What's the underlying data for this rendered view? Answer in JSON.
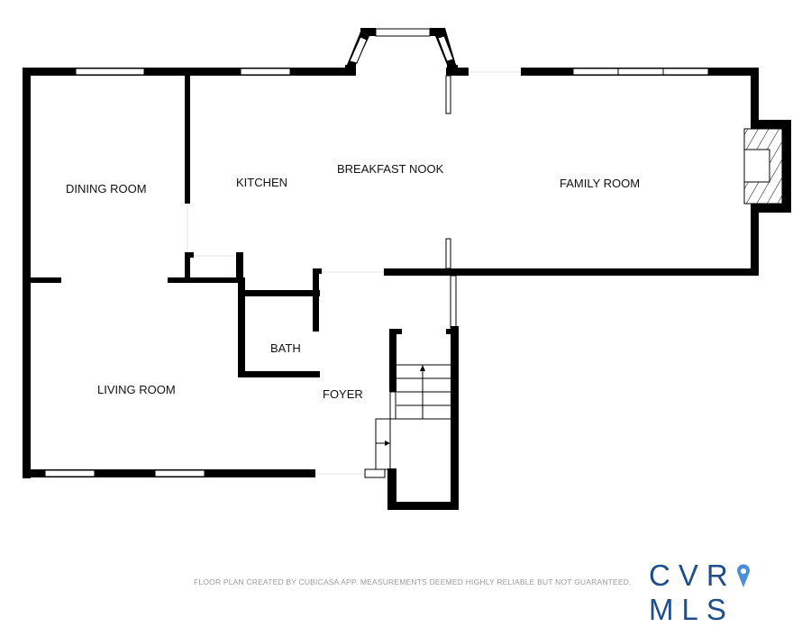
{
  "rooms": {
    "dining_room": "DINING ROOM",
    "kitchen": "KITCHEN",
    "breakfast_nook": "BREAKFAST NOOK",
    "family_room": "FAMILY ROOM",
    "bath": "BATH",
    "living_room": "LIVING ROOM",
    "foyer": "FOYER"
  },
  "footer": {
    "disclaimer": "FLOOR PLAN CREATED BY CUBICASA APP. MEASUREMENTS DEEMED HIGHLY RELIABLE BUT NOT GUARANTEED.",
    "logo_left": "CVR",
    "logo_right": "MLS",
    "logo_full": "CVRMLS"
  },
  "colors": {
    "wall": "#000000",
    "logo": "#1f4e8c",
    "pin": "#4a90d9"
  }
}
